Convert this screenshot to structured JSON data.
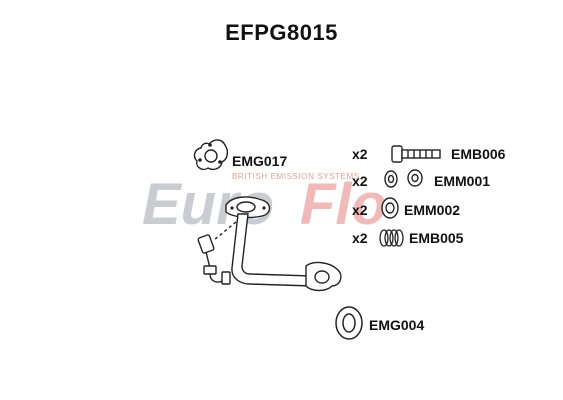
{
  "title": "EFPG8015",
  "watermark": {
    "brand_part1": "Euro",
    "brand_part2": "Flo",
    "tagline": "BRITISH EMISSION SYSTEMS",
    "colors": {
      "grey": "#c9ccd1",
      "red": "#f2b9b9"
    }
  },
  "parts": [
    {
      "code": "EMG017",
      "qty": "",
      "icon": "three-bolt-gasket-icon"
    },
    {
      "code": "EMB006",
      "qty": "x2",
      "icon": "bolt-icon"
    },
    {
      "code": "EMM001",
      "qty": "x2",
      "icon": "nut-icon"
    },
    {
      "code": "EMM002",
      "qty": "x2",
      "icon": "washer-icon"
    },
    {
      "code": "EMB005",
      "qty": "x2",
      "icon": "spring-icon"
    },
    {
      "code": "EMG004",
      "qty": "",
      "icon": "ring-gasket-icon"
    }
  ],
  "main_part": {
    "icon": "front-pipe-icon"
  }
}
